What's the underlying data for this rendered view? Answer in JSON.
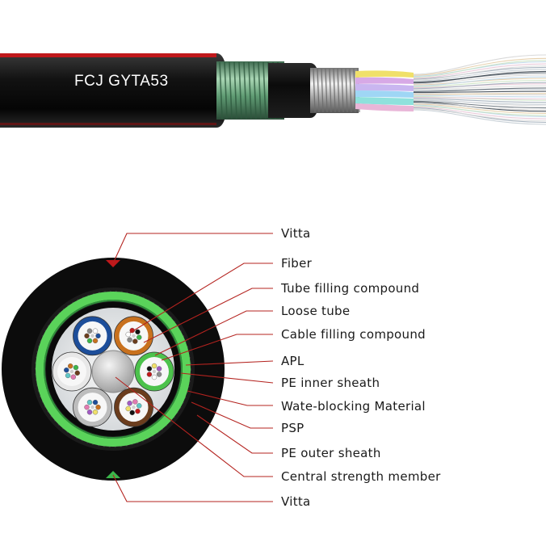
{
  "cable": {
    "model_label": "FCJ GYTA53"
  },
  "callouts": [
    {
      "id": "vitta-top",
      "label": "Vitta"
    },
    {
      "id": "fiber",
      "label": "Fiber"
    },
    {
      "id": "tube-filling-compound",
      "label": "Tube filling compound"
    },
    {
      "id": "loose-tube",
      "label": "Loose tube"
    },
    {
      "id": "cable-filling-compound",
      "label": "Cable filling compound"
    },
    {
      "id": "apl",
      "label": "APL"
    },
    {
      "id": "pe-inner-sheath",
      "label": "PE inner sheath"
    },
    {
      "id": "water-blocking-material",
      "label": "Wate-blocking Material"
    },
    {
      "id": "psp",
      "label": "PSP"
    },
    {
      "id": "pe-outer-sheath",
      "label": "PE outer sheath"
    },
    {
      "id": "central-strength-member",
      "label": "Central strength member"
    },
    {
      "id": "vitta-bottom",
      "label": "Vitta"
    }
  ],
  "colors": {
    "sheath": "#111111",
    "vitta_red": "#c0181b",
    "vitta_green": "#3bb54a",
    "apl_green": "#5ad35a",
    "leader_red": "#b4231f",
    "tube_blue": "#1d4e9a",
    "tube_orange": "#c8711e",
    "tube_green": "#4cc24c",
    "tube_white": "#e8e8e8",
    "tube_gray": "#bdbdbd",
    "tube_brown": "#6b3d1d"
  }
}
